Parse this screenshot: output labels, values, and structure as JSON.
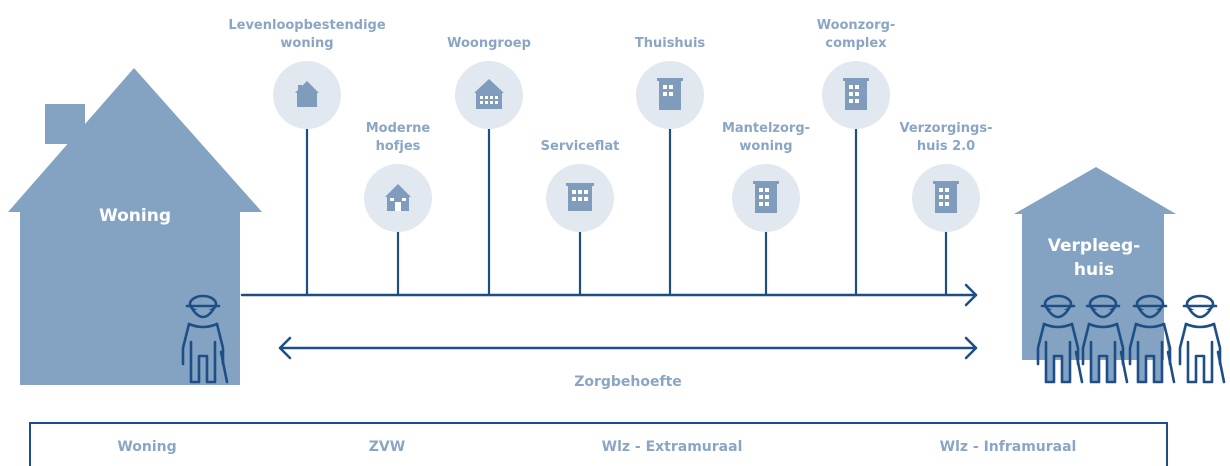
{
  "houses": {
    "woning": "Woning",
    "verpleeghuis_line1": "Verpleeg-",
    "verpleeghuis_line2": "huis"
  },
  "options": [
    {
      "label_lines": [
        "Levenloopbestendige",
        "woning"
      ],
      "icon": "small-house-icon"
    },
    {
      "label_lines": [
        "Moderne",
        "hofjes"
      ],
      "icon": "house-with-door-icon"
    },
    {
      "label_lines": [
        "Woongroep"
      ],
      "icon": "house-with-windows-icon"
    },
    {
      "label_lines": [
        "Serviceflat"
      ],
      "icon": "apartment-building-icon"
    },
    {
      "label_lines": [
        "Thuishuis"
      ],
      "icon": "tall-building-icon"
    },
    {
      "label_lines": [
        "Mantelzorg-",
        "woning"
      ],
      "icon": "building-icon"
    },
    {
      "label_lines": [
        "Woonzorg-",
        "complex"
      ],
      "icon": "care-complex-icon"
    },
    {
      "label_lines": [
        "Verzorgings-",
        "huis 2.0"
      ],
      "icon": "care-home-icon"
    }
  ],
  "axis_label": "Zorgbehoefte",
  "funding_bar": [
    "Woning",
    "ZVW",
    "Wlz - Extramuraal",
    "Wlz - Inframuraal"
  ],
  "colors": {
    "house": "#84a3c3",
    "navy": "#1d4f86",
    "label": "#8aa6c4",
    "circle": "#e2e8f0",
    "icon": "#7f9cbd"
  }
}
